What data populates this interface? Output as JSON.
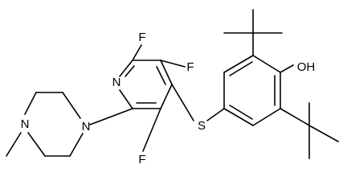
{
  "molecule": {
    "atoms": {
      "n_pyridine": "N",
      "f_top_left": "F",
      "f_top_right": "F",
      "f_bottom": "F",
      "n_piperazine_1": "N",
      "n_piperazine_4": "N",
      "s_thioether": "S",
      "oh_hydroxyl": "OH"
    }
  },
  "colors": {
    "background": "#ffffff",
    "ink": "#000000"
  }
}
